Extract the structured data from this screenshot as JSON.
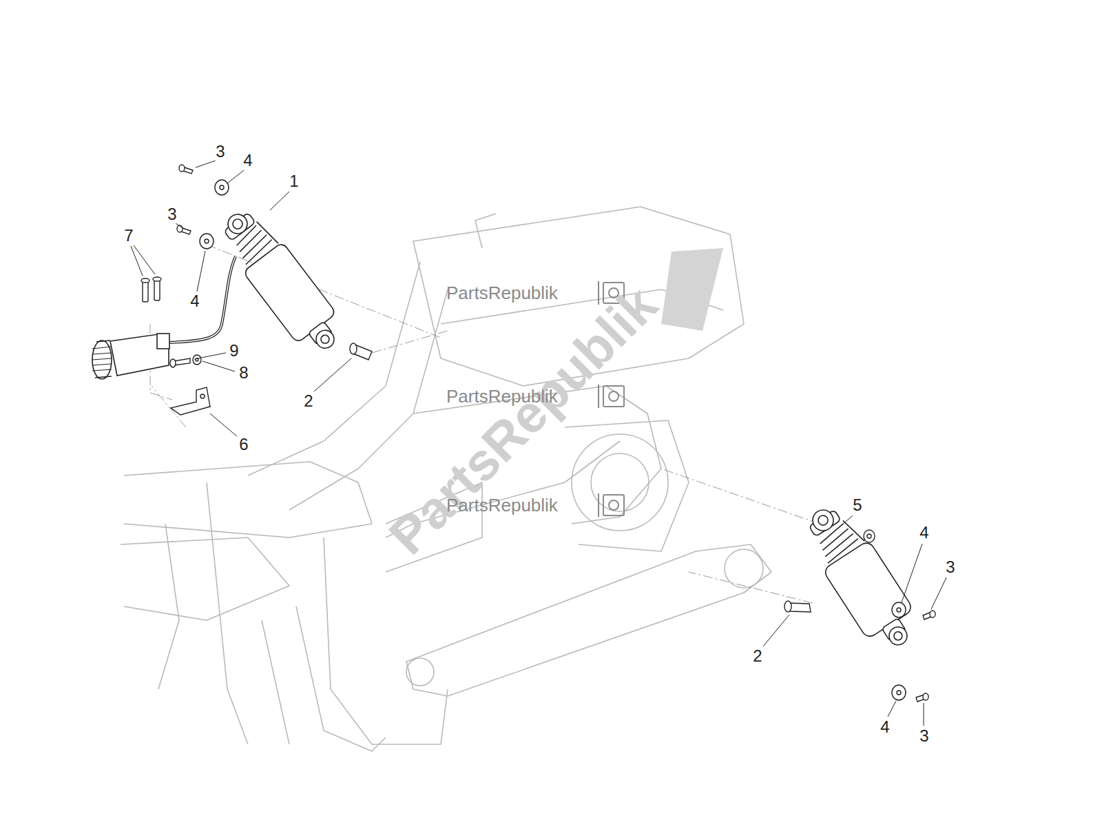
{
  "diagram": {
    "labels": [
      "3",
      "4",
      "1",
      "3",
      "7",
      "PartsRepublik",
      "4",
      "9",
      "8",
      "PartsRepublik",
      "PartsRepublik",
      "2",
      "6",
      "PartsRepublik",
      "5",
      "4",
      "3",
      "2",
      "4",
      "3"
    ]
  }
}
